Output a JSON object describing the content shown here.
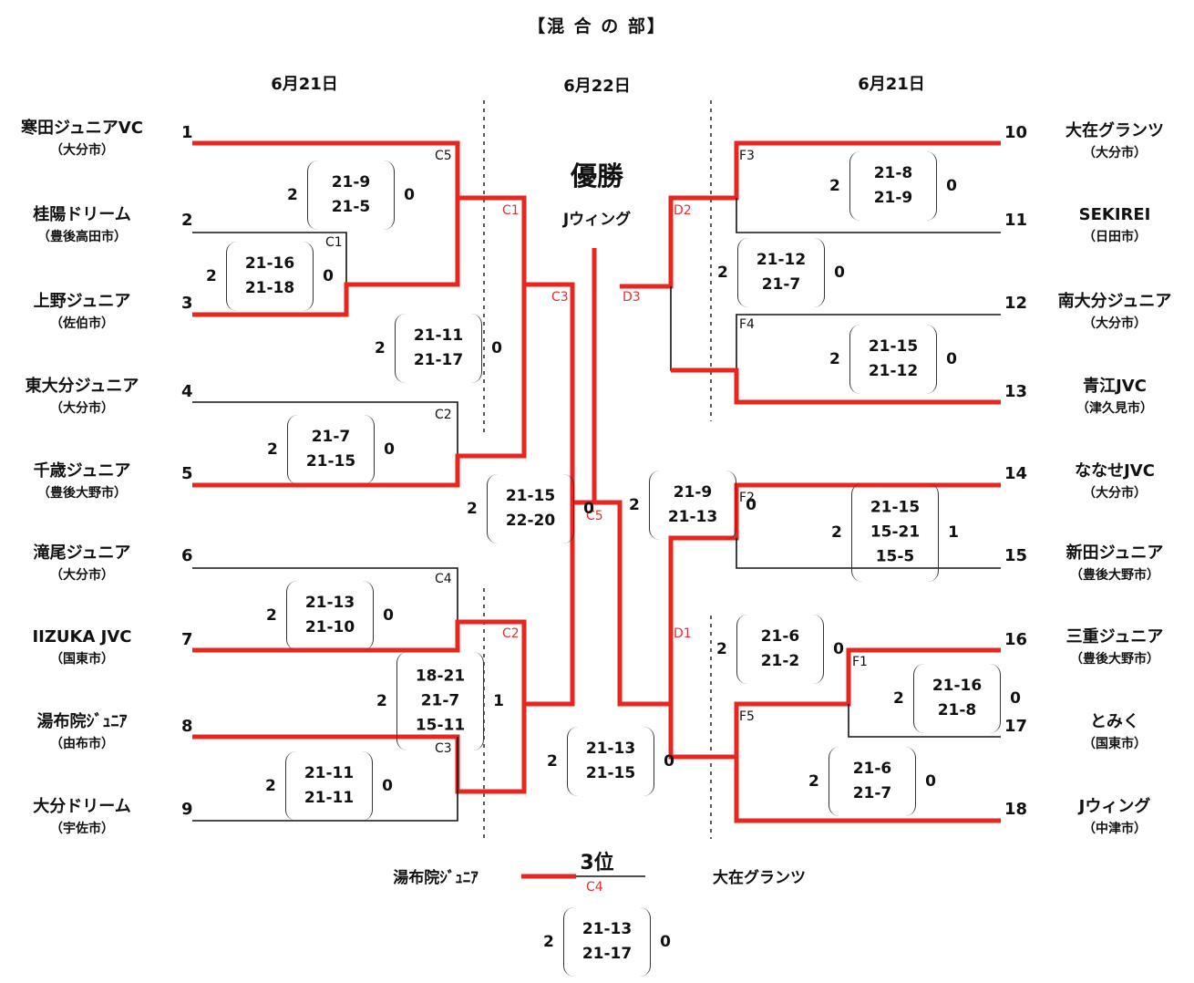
{
  "title": "【混 合 の 部】",
  "dates": {
    "left": "6月21日",
    "center": "6月22日",
    "right": "6月21日"
  },
  "teams": [
    {
      "seed": "1",
      "name": "寒田ジュニアVC",
      "city": "（大分市）"
    },
    {
      "seed": "2",
      "name": "桂陽ドリーム",
      "city": "（豊後高田市）"
    },
    {
      "seed": "3",
      "name": "上野ジュニア",
      "city": "（佐伯市）"
    },
    {
      "seed": "4",
      "name": "東大分ジュニア",
      "city": "（大分市）"
    },
    {
      "seed": "5",
      "name": "千歳ジュニア",
      "city": "（豊後大野市）"
    },
    {
      "seed": "6",
      "name": "滝尾ジュニア",
      "city": "（大分市）"
    },
    {
      "seed": "7",
      "name": "IIZUKA JVC",
      "city": "（国東市）"
    },
    {
      "seed": "8",
      "name": "湯布院ｼﾞｭﾆｱ",
      "city": "（由布市）"
    },
    {
      "seed": "9",
      "name": "大分ドリーム",
      "city": "（宇佐市）"
    },
    {
      "seed": "10",
      "name": "大在グランツ",
      "city": "（大分市）"
    },
    {
      "seed": "11",
      "name": "SEKIREI",
      "city": "（日田市）"
    },
    {
      "seed": "12",
      "name": "南大分ジュニア",
      "city": "（大分市）"
    },
    {
      "seed": "13",
      "name": "青江JVC",
      "city": "（津久見市）"
    },
    {
      "seed": "14",
      "name": "ななせJVC",
      "city": "（大分市）"
    },
    {
      "seed": "15",
      "name": "新田ジュニア",
      "city": "（豊後大野市）"
    },
    {
      "seed": "16",
      "name": "三重ジュニア",
      "city": "（豊後大野市）"
    },
    {
      "seed": "17",
      "name": "とみく",
      "city": "（国東市）"
    },
    {
      "seed": "18",
      "name": "Jウィング",
      "city": "（中津市）"
    }
  ],
  "match_labels": {
    "c1_small": "C1",
    "c2_small": "C2",
    "c3_small": "C3",
    "c4_small": "C4",
    "c5_small": "C5",
    "c1_red": "C1",
    "c2_red": "C2",
    "c3_red": "C3",
    "c5_red": "C5",
    "c4_red": "C4",
    "d1_red": "D1",
    "d2_red": "D2",
    "d3_red": "D3",
    "f1": "F1",
    "f2": "F2",
    "f3": "F3",
    "f4": "F4",
    "f5": "F5"
  },
  "scores": {
    "m1_5": {
      "left": "2",
      "right": "0",
      "games": [
        "21-9",
        "21-5"
      ]
    },
    "m2_3": {
      "left": "2",
      "right": "0",
      "games": [
        "21-16",
        "21-18"
      ]
    },
    "mC1_3": {
      "left": "2",
      "right": "0",
      "games": [
        "21-11",
        "21-17"
      ]
    },
    "m4_5": {
      "left": "2",
      "right": "0",
      "games": [
        "21-7",
        "21-15"
      ]
    },
    "mC3_C2": {
      "left": "2",
      "right": "0",
      "games": [
        "21-15",
        "22-20"
      ]
    },
    "m6_7": {
      "left": "2",
      "right": "0",
      "games": [
        "21-13",
        "21-10"
      ]
    },
    "m7_8": {
      "left": "2",
      "right": "1",
      "games": [
        "18-21",
        "21-7",
        "15-11"
      ]
    },
    "m8_9": {
      "left": "2",
      "right": "0",
      "games": [
        "21-11",
        "21-11"
      ]
    },
    "mFinal": {
      "left": "2",
      "right": "0",
      "games": [
        "21-13",
        "21-15"
      ]
    },
    "m10_11": {
      "left": "2",
      "right": "0",
      "games": [
        "21-8",
        "21-9"
      ]
    },
    "mD2_D3": {
      "left": "2",
      "right": "0",
      "games": [
        "21-12",
        "21-7"
      ]
    },
    "m12_13": {
      "left": "2",
      "right": "0",
      "games": [
        "21-15",
        "21-12"
      ]
    },
    "mD3_D1": {
      "left": "2",
      "right": "0",
      "games": [
        "21-9",
        "21-13"
      ]
    },
    "m14_15": {
      "left": "2",
      "right": "1",
      "games": [
        "21-15",
        "15-21",
        "15-5"
      ]
    },
    "mD1": {
      "left": "2",
      "right": "0",
      "games": [
        "21-6",
        "21-2"
      ]
    },
    "m16_17": {
      "left": "2",
      "right": "0",
      "games": [
        "21-16",
        "21-8"
      ]
    },
    "m16_18": {
      "left": "2",
      "right": "0",
      "games": [
        "21-6",
        "21-7"
      ]
    },
    "mThird": {
      "left": "2",
      "right": "0",
      "games": [
        "21-13",
        "21-17"
      ]
    }
  },
  "champion": {
    "title": "優勝",
    "name": "Jウィング"
  },
  "third_place": {
    "title": "3位",
    "left_team": "湯布院ｼﾞｭﾆｱ",
    "right_team": "大在グランツ"
  },
  "colors": {
    "winner_line": "#e8251f",
    "loser_line": "#111111",
    "label_red": "#e03030"
  }
}
